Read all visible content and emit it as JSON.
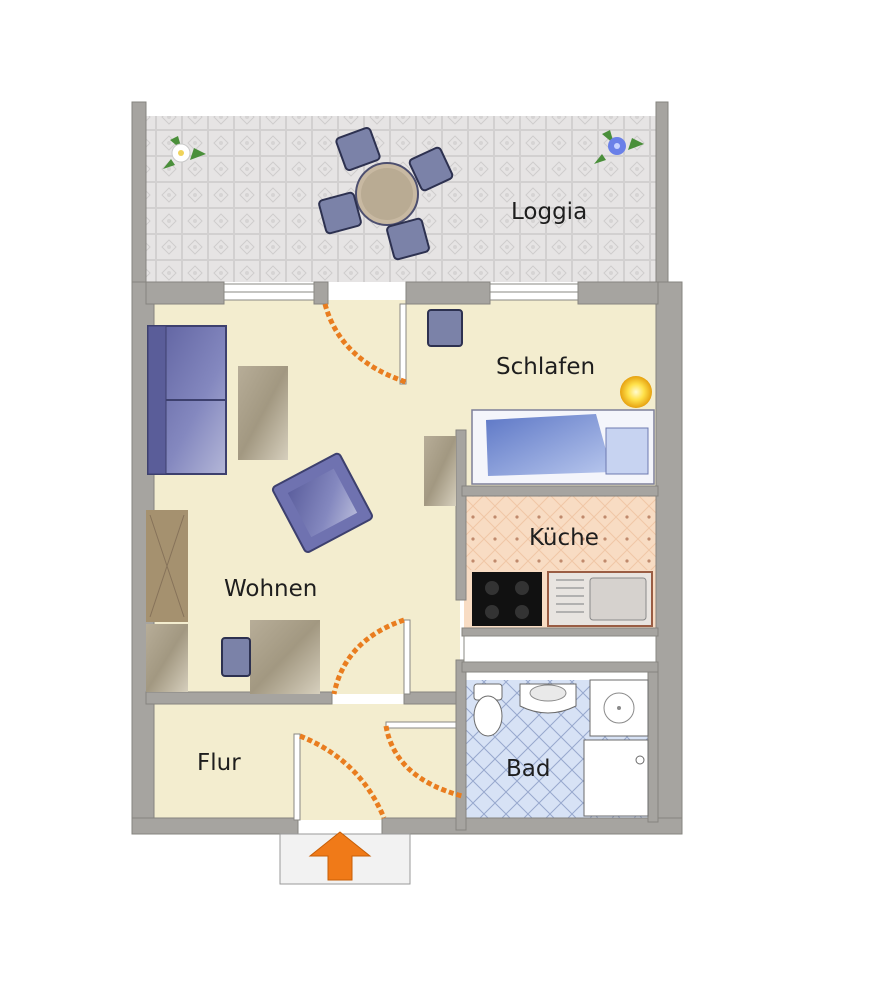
{
  "rooms": {
    "loggia": "Loggia",
    "schlafen": "Schlafen",
    "kueche": "Küche",
    "wohnen": "Wohnen",
    "flur": "Flur",
    "bad": "Bad"
  },
  "colors": {
    "wall": "#a6a4a0",
    "wall_edge": "#86847f",
    "living_floor": "#f3edcf",
    "loggia_floor": "#e3e1e1",
    "kitchen_floor": "#f8dcc3",
    "bath_floor": "#d7e2f5",
    "furniture_blue": "#6a6eaa",
    "wood": "#a39a84",
    "door_swing": "#e97d1f",
    "entrance_arrow": "#f07a18"
  },
  "icons": [
    "sofa-icon",
    "armchair-icon",
    "bed-icon",
    "table-icon",
    "chair-icon",
    "plant-icon",
    "lamp-icon",
    "stove-icon",
    "sink-icon",
    "toilet-icon",
    "washbasin-icon",
    "washing-machine-icon",
    "shower-icon",
    "entrance-arrow-icon"
  ]
}
